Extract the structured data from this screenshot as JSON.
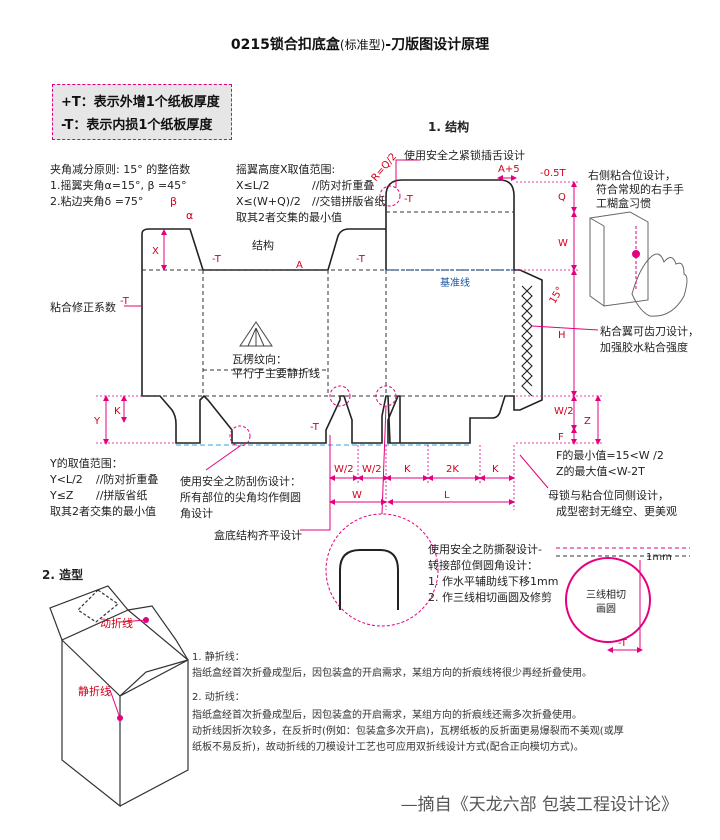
{
  "title": {
    "main": "0215锁合扣底盒",
    "sub": "(标准型)",
    "tail": "-刀版图设计原理"
  },
  "legend": {
    "plus_t": "+T：表示外增1个纸板厚度",
    "minus_t": "-T：表示内损1个纸板厚度"
  },
  "section1_title": "1. 结构",
  "section2_title": "2. 造型",
  "angle_rules": [
    "夹角减分原则: 15° 的整倍数",
    "1.摇翼夹角α=15°, β =45°",
    "2.粘边夹角δ =75°"
  ],
  "flap_height": [
    "摇翼高度X取值范围:",
    "X≤L/2",
    "//防对折重叠",
    "X≤(W+Q)/2",
    "//交错拼版省纸",
    "取其2者交集的最小值"
  ],
  "structure_label": "结构",
  "glue_fix": "粘合修正系数",
  "tuck_note": "使用安全之紧锁插舌设计",
  "right_glue": [
    "右侧粘合位设计，",
    "符合常规的右手手",
    "工糊盒习惯"
  ],
  "knife_note": [
    "粘合翼可齿刀设计，",
    "加强胶水粘合强度"
  ],
  "flute": [
    "瓦楞纹向：",
    "平行于主要静折线"
  ],
  "baseline": "基准线",
  "y_range": [
    "Y的取值范围：",
    "Y<L/2",
    "//防对折重叠",
    "Y≤Z",
    "//拼版省纸",
    "取其2者交集的最小值"
  ],
  "scratch": [
    "使用安全之防刮伤设计：",
    "所有部位的尖角均作倒圆",
    "角设计"
  ],
  "bottom_flush": "盒底结构齐平设计",
  "fz": [
    "F的最小值=15<W /2",
    "Z的最大值<W-2T"
  ],
  "lock_note": [
    "母锁与粘合位同侧设计，",
    "成型密封无缝空、更美观"
  ],
  "tear": [
    "使用安全之防撕裂设计-",
    "转接部位倒圆角设计：",
    "1. 作水平辅助线下移1mm",
    "2. 作三线相切画圆及修剪"
  ],
  "circle_label": [
    "三线相切",
    "画圆"
  ],
  "one_mm": "1mm",
  "dims": {
    "A5": "A+5",
    "m05T": "-0.5T",
    "RQ2": "R=Q/2",
    "Q": "Q",
    "W": "W",
    "H": "H",
    "W2": "W/2",
    "F": "F",
    "Z": "Z",
    "X": "X",
    "Y": "Y",
    "K": "K",
    "L": "L",
    "K2": "2K",
    "A": "A",
    "T": "-T",
    "a": "α",
    "b": "β",
    "deg15": "15°"
  },
  "static_fold": [
    "1. 静折线：",
    "指纸盒经首次折叠成型后，因包装盒的开启需求，某组方向的折痕线将很少再经折叠使用。"
  ],
  "dynamic_fold": [
    "2. 动折线：",
    "指纸盒经首次折叠成型后，因包装盒的开启需求，某组方向的折痕线还需多次折叠使用。",
    "动折线因折次较多，在反折时(例如：包装盒多次开启)，瓦楞纸板的反折面更易爆裂而不美观(或厚",
    "纸板不易反折)，故动折线的刀模设计工艺也可应用双折线设计方式(配合正向模切方式)。"
  ],
  "model_dynamic": "动折线",
  "model_static": "静折线",
  "footer": "—摘自《天龙六部 包装工程设计论》"
}
